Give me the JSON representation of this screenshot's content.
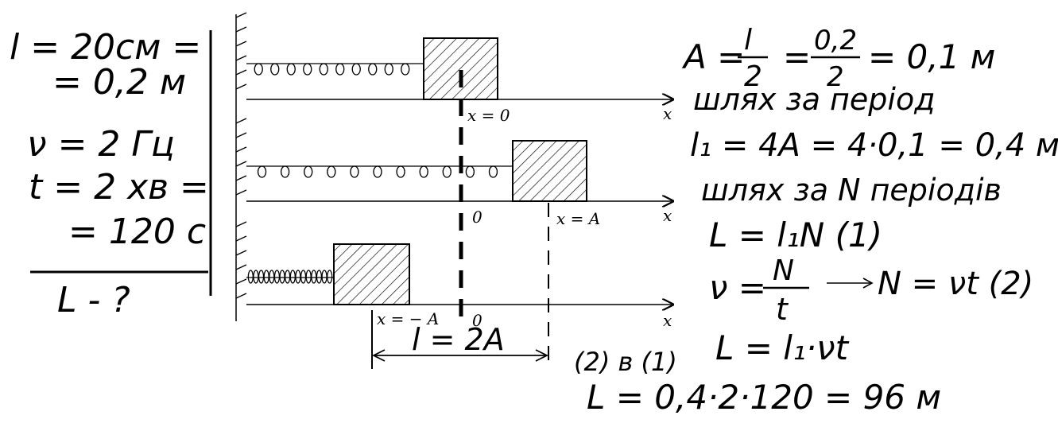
{
  "given": {
    "lines": [
      "l = 20см =",
      "= 0,2 м",
      "ν = 2 Гц",
      "t = 2 хв =",
      "= 120 с"
    ],
    "find": "L - ?"
  },
  "diagram": {
    "panels": [
      {
        "spring": "stretched",
        "position_label": "x = 0"
      },
      {
        "spring": "stretched",
        "origin_label": "0",
        "position_label": "x = A"
      },
      {
        "spring": "compressed",
        "position_label": "x = − A",
        "origin_label": "0"
      }
    ],
    "axis_label": "x",
    "span_label": "l = 2A"
  },
  "solution": {
    "lines": [
      "A = l/2 = 0,2/2 = 0,1 м",
      "шлях за період",
      "l₁ = 4A = 4·0,1 = 0,4 м",
      "шлях за N періодів",
      "L = l₁N (1)",
      "ν = N/t → N = νt (2)",
      "(2) в (1)   L = l₁·νt",
      "L = 0,4·2·120 = 96 м"
    ],
    "eq_A": {
      "lhs": "A =",
      "f1_num": "l",
      "f1_den": "2",
      "mid": "=",
      "f2_num": "0,2",
      "f2_den": "2",
      "rhs": "= 0,1 м"
    },
    "eq_nu": {
      "lhs": "ν =",
      "num": "N",
      "den": "t",
      "rhs": "N = νt (2)"
    },
    "substitute_label": "(2) в (1)",
    "substitute_eq": "L = l₁·νt"
  }
}
